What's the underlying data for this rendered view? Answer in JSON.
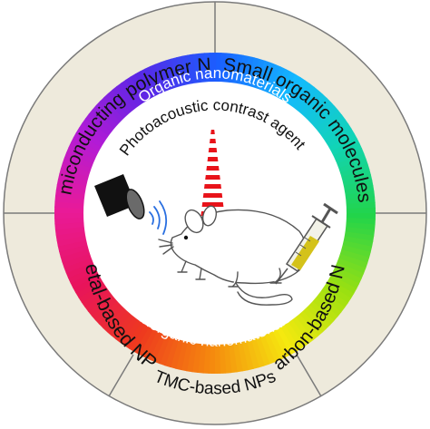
{
  "center_text": "Photoacoustic contrast agents",
  "ring": {
    "top_label": "Organic nanomaterials",
    "bottom_label": "Inorganic nanomaterials"
  },
  "segments": {
    "top_left": "Semiconducting polymer NPs",
    "top_right": "Small organic molecules",
    "left": "Metal-based NPs",
    "right": "Carbon-based NPs",
    "bottom": "TMC-based NPs"
  },
  "colors": {
    "outer_ring": "#eeeadc",
    "outer_ring_border": "#7a7a7a",
    "label_text": "#111111",
    "ring_label_text": "#ffffff",
    "gradient": [
      "#1a5fff",
      "#13b9ff",
      "#11d4b7",
      "#22d44a",
      "#9be011",
      "#f5e90f",
      "#f58a0e",
      "#ee3a1e",
      "#e8145a",
      "#e91a98",
      "#b21bd6",
      "#5a27e6"
    ],
    "laser_stripe": "#e8131a",
    "transducer": "#111111",
    "syringe_liquid": "#d4c21a"
  }
}
